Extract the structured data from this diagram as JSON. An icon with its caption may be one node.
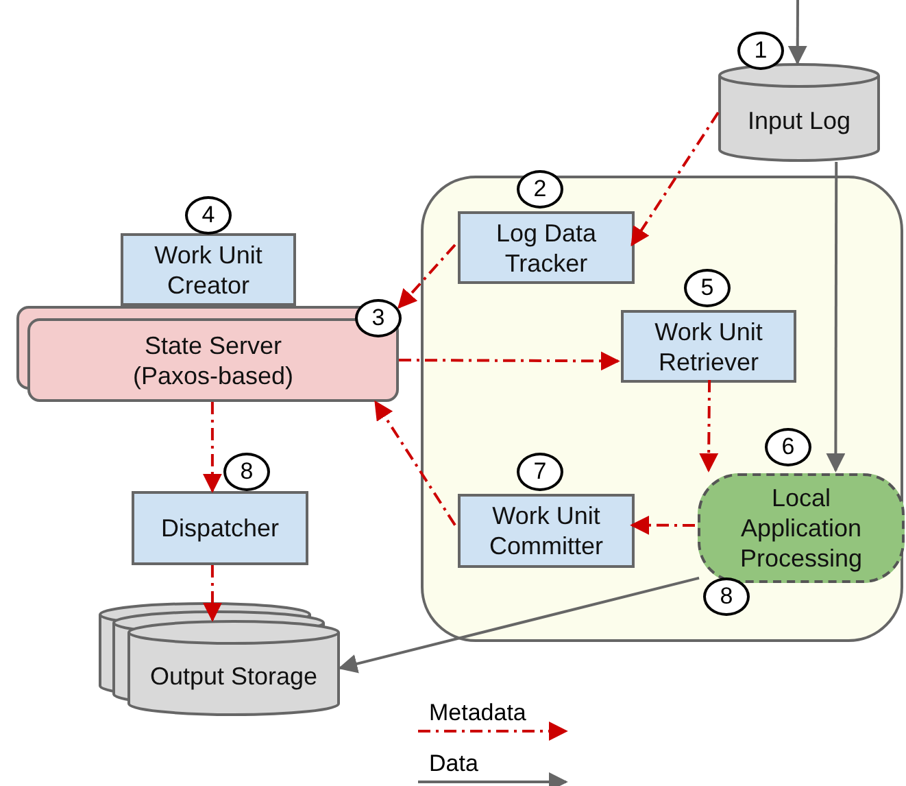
{
  "diagram": {
    "nodes": [
      {
        "text": [
          "Input Log"
        ],
        "beside": [
          "1"
        ]
      },
      {
        "text": [],
        "shape": "box"
      },
      {
        "text": [
          "Log Data Tracker"
        ],
        "in": 1,
        "beside": [
          "2"
        ]
      },
      {
        "text": [
          "Work Unit Creator"
        ],
        "beside": [
          "4"
        ]
      },
      {
        "text": [
          "State Server (Paxos-based)"
        ],
        "beside": [
          "3"
        ]
      },
      {
        "text": [
          "Work Unit Retriever"
        ],
        "in": 1,
        "beside": [
          "5"
        ]
      },
      {
        "text": [
          "Local Application Processing"
        ],
        "in": 1,
        "beside": [
          "6",
          "8"
        ]
      },
      {
        "text": [
          "Work Unit Committer"
        ],
        "in": 1,
        "beside": [
          "7"
        ]
      },
      {
        "text": [
          "Dispatcher"
        ],
        "beside": [
          "8"
        ]
      },
      {
        "text": [
          "Output Storage"
        ]
      }
    ],
    "edges": [
      {
        "from": null,
        "to": 0,
        "arrow": "to",
        "color": "#666666"
      },
      {
        "from": 0,
        "to": 2,
        "arrow": "to",
        "style": "dashed"
      },
      {
        "from": 2,
        "to": 4,
        "arrow": "to",
        "style": "dashed"
      },
      {
        "from": 4,
        "to": 5,
        "arrow": "to",
        "style": "dashed"
      },
      {
        "from": 5,
        "to": 6,
        "arrow": "to",
        "style": "dashed"
      },
      {
        "from": 6,
        "to": 7,
        "arrow": "to",
        "style": "dashed"
      },
      {
        "from": 7,
        "to": 4,
        "arrow": "to",
        "style": "dashed"
      },
      {
        "from": 4,
        "to": 8,
        "arrow": "to",
        "style": "dashed"
      },
      {
        "from": 8,
        "to": 9,
        "arrow": "to",
        "style": "dashed"
      },
      {
        "from": 0,
        "to": 6,
        "arrow": "to",
        "color": "#666666"
      },
      {
        "from": 6,
        "to": 9,
        "arrow": "to",
        "color": "#666666"
      }
    ],
    "legend": [
      {
        "text": "Metadata"
      },
      {
        "text": "Data"
      }
    ]
  }
}
